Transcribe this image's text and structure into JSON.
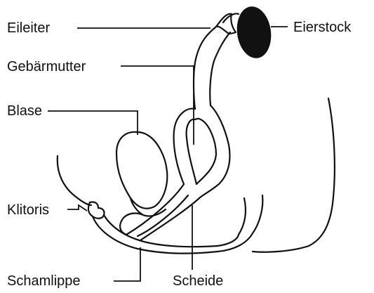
{
  "labels": {
    "eileiter": "Eileiter",
    "eierstock": "Eierstock",
    "gebaermutter": "Gebärmutter",
    "blase": "Blase",
    "klitoris": "Klitoris",
    "schamlippe": "Schamlippe",
    "scheide": "Scheide"
  },
  "colors": {
    "ink": "#111111",
    "background": "#ffffff"
  }
}
